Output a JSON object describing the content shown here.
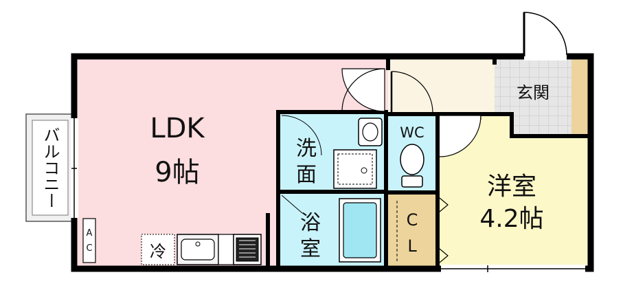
{
  "rooms": {
    "ldk": {
      "name": "LDK",
      "size": "9帖"
    },
    "western": {
      "name": "洋室",
      "size": "4.2帖"
    },
    "washroom": {
      "line1": "洗",
      "line2": "面"
    },
    "bathroom": {
      "line1": "浴",
      "line2": "室"
    },
    "toilet": {
      "name": "WC"
    },
    "entrance": {
      "name": "玄関"
    },
    "closet": {
      "line1": "C",
      "line2": "L"
    },
    "balcony": {
      "name": "バルコニー"
    }
  },
  "fixtures": {
    "aircon": {
      "line1": "A",
      "line2": "C"
    },
    "fridge": {
      "name": "冷"
    }
  },
  "colors": {
    "ldk": "#fcdde0",
    "western": "#fdf8c8",
    "wet": "#c9f3fb",
    "hall": "#fbf4e2",
    "closet": "#ecd49c",
    "entrance_tile": "#dcdcdc",
    "wall": "#000000"
  }
}
